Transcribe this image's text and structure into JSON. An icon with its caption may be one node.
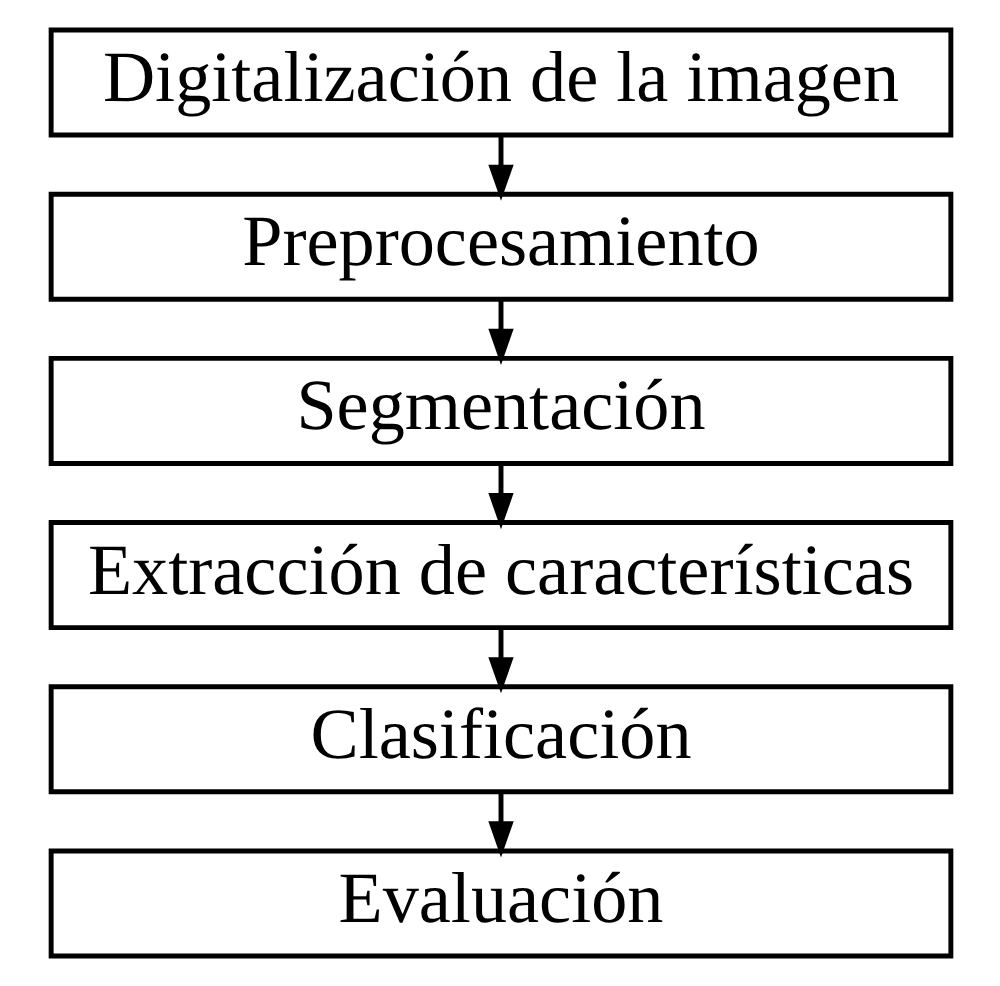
{
  "diagram": {
    "nodes": [
      {
        "text": [
          "Digitalización de la imagen"
        ]
      },
      {
        "text": [
          "Preprocesamiento"
        ]
      },
      {
        "text": [
          "Segmentación"
        ]
      },
      {
        "text": [
          "Extracción de características"
        ]
      },
      {
        "text": [
          "Clasificación"
        ]
      },
      {
        "text": [
          "Evaluación"
        ]
      }
    ],
    "edges": [
      {
        "from": 0,
        "to": 1,
        "arrow": "to"
      },
      {
        "from": 1,
        "to": 2,
        "arrow": "to"
      },
      {
        "from": 2,
        "to": 3,
        "arrow": "to"
      },
      {
        "from": 3,
        "to": 4,
        "arrow": "to"
      },
      {
        "from": 4,
        "to": 5,
        "arrow": "to"
      }
    ]
  }
}
